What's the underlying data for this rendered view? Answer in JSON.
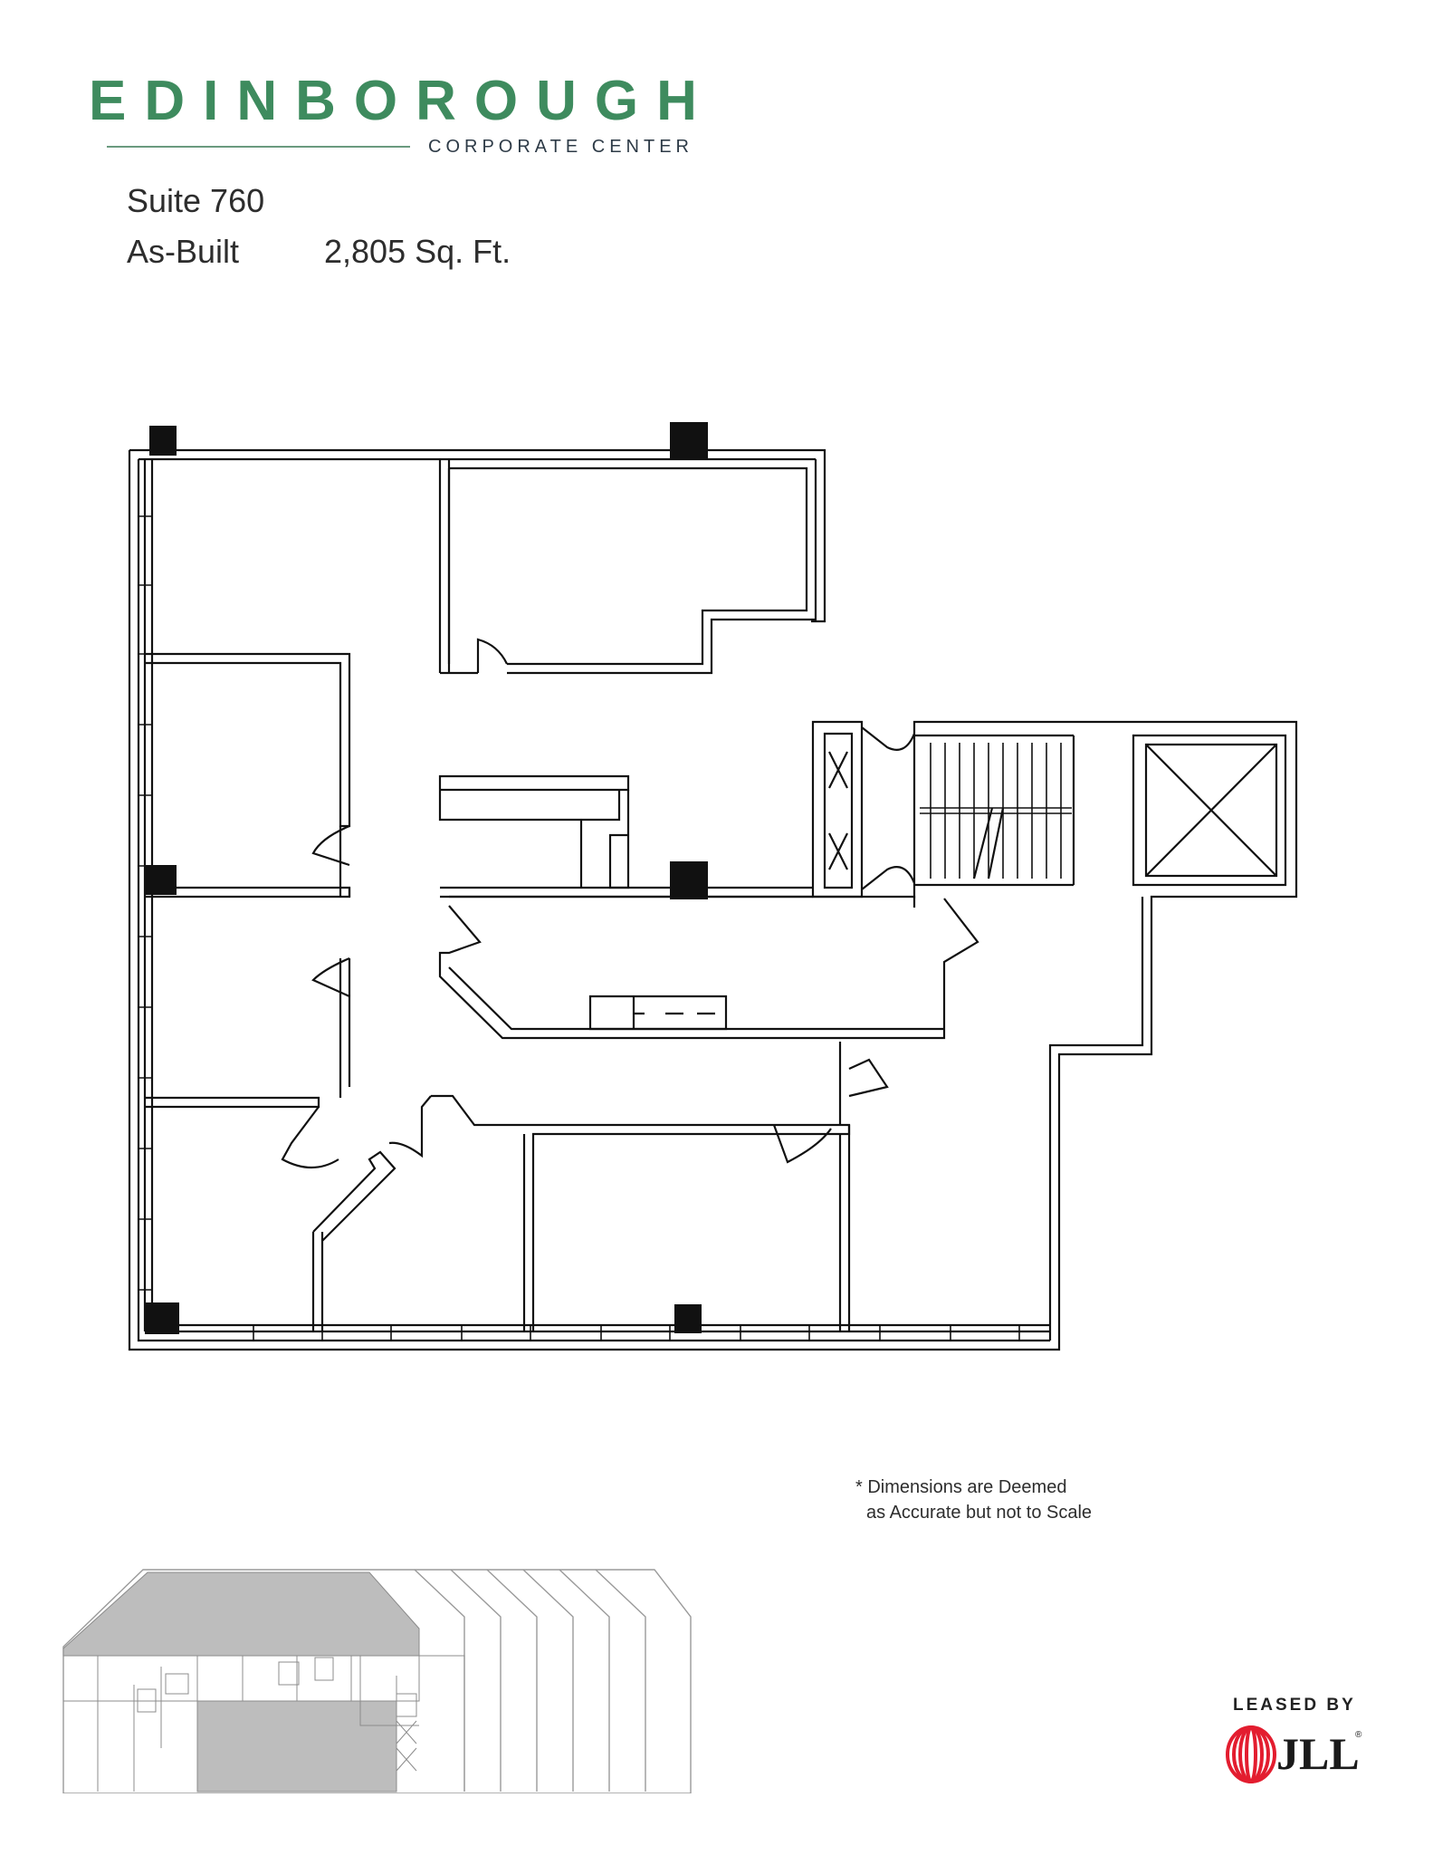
{
  "brand": {
    "name": "EDINBOROUGH",
    "subtitle": "CORPORATE CENTER"
  },
  "suite": {
    "title": "Suite 760",
    "label": "As-Built",
    "area": "2,805 Sq. Ft."
  },
  "note": {
    "line1": "* Dimensions are Deemed",
    "line2": "as Accurate but not to Scale"
  },
  "leased_by": {
    "label": "LEASED BY",
    "logo_text": "JLL",
    "registered": "®"
  },
  "colors": {
    "brand_green": "#3e8b5e",
    "text": "#2d2d2d",
    "jll_red": "#e31d2f",
    "keyplan_highlight": "#bdbdbd"
  }
}
